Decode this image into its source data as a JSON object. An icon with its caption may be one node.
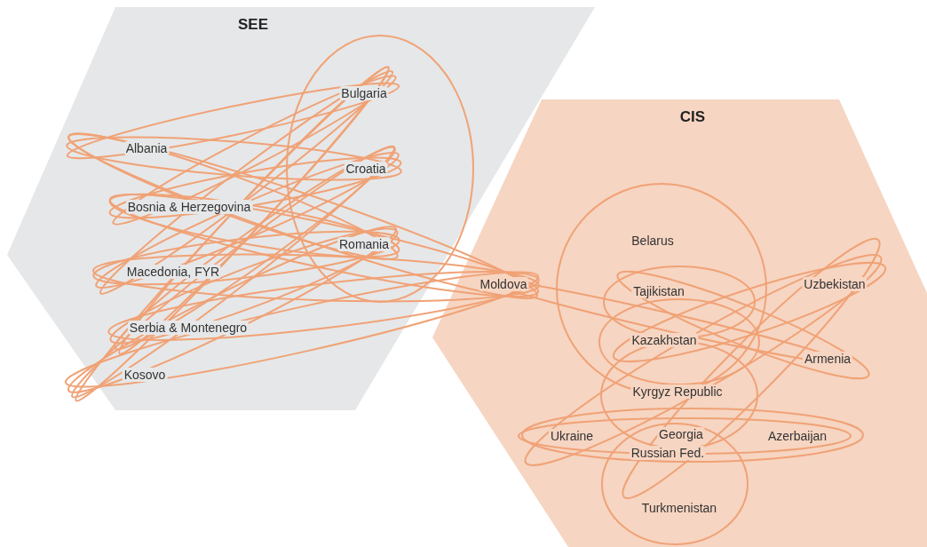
{
  "diagram": {
    "nodes": [
      {
        "text": [
          "SEE"
        ]
      },
      {
        "text": [
          "CIS"
        ]
      },
      {
        "text": [
          "Albania"
        ],
        "in": 0
      },
      {
        "text": [
          "Bosnia & Herzegovina"
        ],
        "in": 0
      },
      {
        "text": [
          "Macedonia, FYR"
        ],
        "in": 0
      },
      {
        "text": [
          "Serbia & Montenegro"
        ],
        "in": 0
      },
      {
        "text": [
          "Kosovo"
        ],
        "in": 0
      },
      {
        "text": [
          "Bulgaria"
        ],
        "in": 0
      },
      {
        "text": [
          "Croatia"
        ],
        "in": 0
      },
      {
        "text": [
          "Romania"
        ],
        "in": 0
      },
      {
        "text": [
          "Moldova"
        ],
        "in": 1
      },
      {
        "text": [
          "Belarus"
        ],
        "in": 1
      },
      {
        "text": [
          "Tajikistan"
        ],
        "in": 1
      },
      {
        "text": [
          "Uzbekistan"
        ],
        "in": 1
      },
      {
        "text": [
          "Kazakhstan"
        ],
        "in": 1
      },
      {
        "text": [
          "Armenia"
        ],
        "in": 1
      },
      {
        "text": [
          "Kyrgyz Republic"
        ],
        "in": 1
      },
      {
        "text": [
          "Ukraine"
        ],
        "in": 1
      },
      {
        "text": [
          "Georgia"
        ],
        "in": 1
      },
      {
        "text": [
          "Azerbaijan"
        ],
        "in": 1
      },
      {
        "text": [
          "Russian Fed."
        ],
        "in": 1
      },
      {
        "text": [
          "Turkmenistan"
        ],
        "in": 1
      }
    ]
  }
}
